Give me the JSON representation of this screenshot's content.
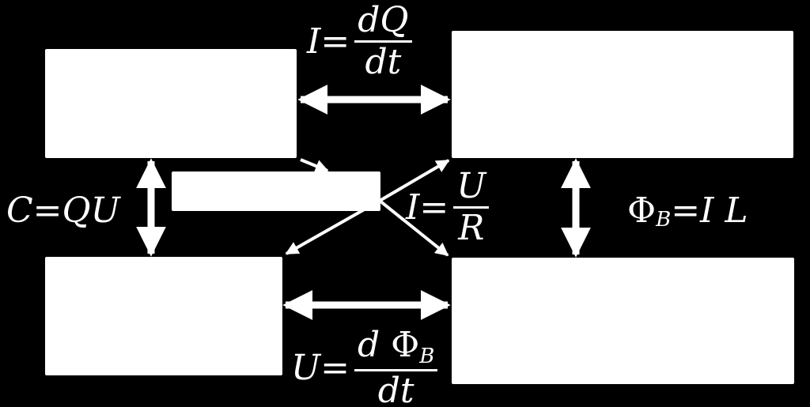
{
  "equations": {
    "charge_current": {
      "lhs": "I",
      "eq": "=",
      "num": "dQ",
      "den": "dt"
    },
    "capacitance": {
      "text": "C=QU"
    },
    "ohm": {
      "lhs": "I",
      "eq": "=",
      "num": "U",
      "den": "R"
    },
    "inductance": {
      "phi": "Φ",
      "sub": "B",
      "rest": "=I L"
    },
    "induction": {
      "lhs": "U",
      "eq": "=",
      "num_d": "d",
      "num_phi": "Φ",
      "num_sub": "B",
      "den": "dt"
    }
  },
  "colors": {
    "background": "#000000",
    "foreground": "#ffffff"
  }
}
